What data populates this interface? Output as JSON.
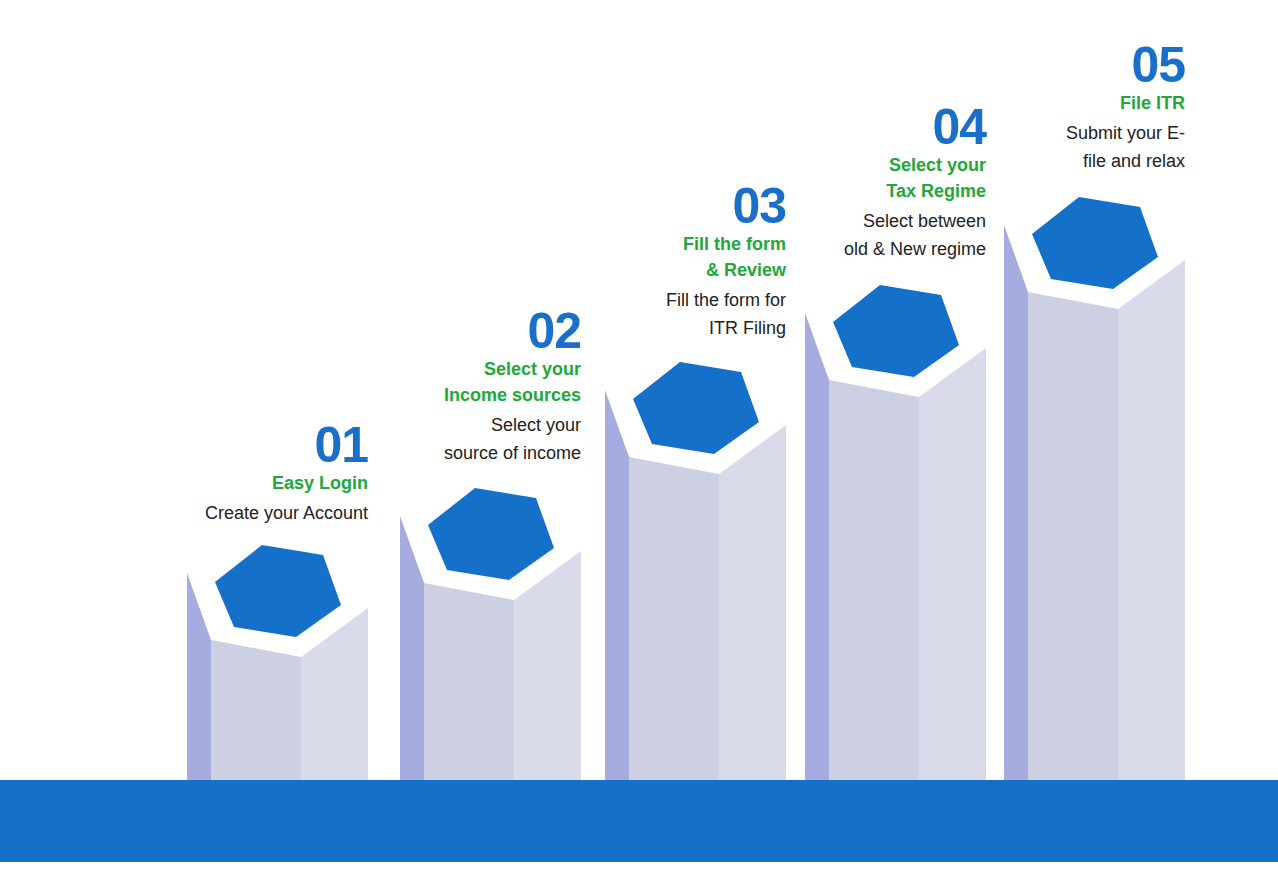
{
  "diagram": {
    "nodes": [
      {
        "text": [
          "01",
          "Easy Login",
          "Create your Account"
        ]
      },
      {
        "text": [
          "02",
          "Select your Income sources",
          "Select your source of income"
        ]
      },
      {
        "text": [
          "03",
          "Fill the form & Review",
          "Fill the form for ITR Filing"
        ]
      },
      {
        "text": [
          "04",
          "Select your Tax Regime",
          "Select between old & New regime"
        ]
      },
      {
        "text": [
          "05",
          "File ITR",
          "Submit your E-file and relax"
        ]
      }
    ]
  }
}
